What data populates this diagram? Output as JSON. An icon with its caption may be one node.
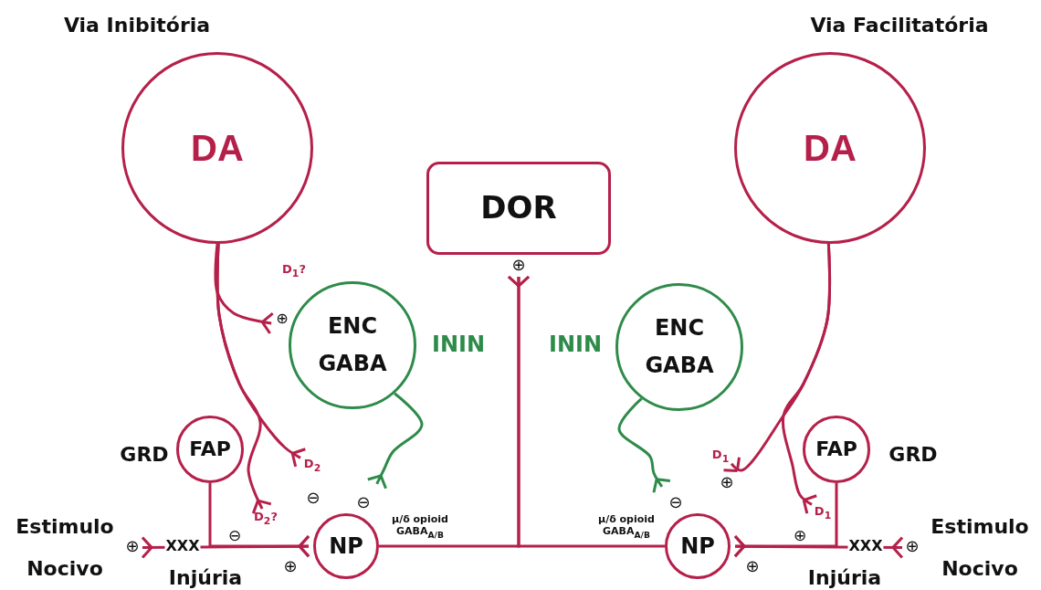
{
  "diagram": {
    "nodes": [
      {
        "text": [
          "DA"
        ],
        "beside": [
          "Via Inibitória"
        ]
      },
      {
        "text": [
          "DOR"
        ]
      },
      {
        "text": [
          "DA"
        ],
        "beside": [
          "Via Facilitatória"
        ]
      },
      {
        "text": [
          "ENC GABA"
        ],
        "beside": [
          "ININ"
        ]
      },
      {
        "text": [
          "ENC GABA"
        ],
        "beside": [
          "ININ"
        ]
      },
      {
        "text": [
          "FAP"
        ],
        "beside": [
          "GRD"
        ]
      },
      {
        "text": [
          "NP"
        ],
        "beside": [
          "µ/δ opioid GABA$_{A/B}$"
        ]
      },
      {
        "text": [
          "NP"
        ],
        "beside": [
          "µ/δ opioid GABA$_{A/B}$"
        ]
      },
      {
        "text": [
          "FAP"
        ],
        "beside": [
          "GRD"
        ]
      },
      {
        "text": [
          "Estimulo Nocivo"
        ]
      },
      {
        "text": [
          "Estimulo Nocivo"
        ]
      },
      {
        "text": [
          "D$_{2}$"
        ]
      },
      {
        "text": [
          "D$_{2}$?"
        ]
      },
      {
        "text": [
          "D$_{1}$"
        ]
      },
      {
        "text": [
          "D$_{1}$"
        ]
      }
    ],
    "edges": [
      {
        "from": 0,
        "to": 3,
        "arrow": "other"
      },
      {
        "from": 0,
        "to": 11,
        "arrow": "other"
      },
      {
        "from": 0,
        "to": 12,
        "arrow": "other"
      },
      {
        "from": 3,
        "to": 6,
        "arrow": "other",
        "color": "#2e8b4a"
      },
      {
        "from": 9,
        "to": 6,
        "arrow": "other"
      },
      {
        "from": 5,
        "to": 6,
        "arrow": "other"
      },
      {
        "from": 6,
        "to": 1,
        "arrow": "other"
      },
      {
        "from": 7,
        "to": 1,
        "arrow": "other"
      },
      {
        "from": 4,
        "to": 7,
        "arrow": "other",
        "color": "#2e8b4a"
      },
      {
        "from": 2,
        "to": 13,
        "arrow": "other"
      },
      {
        "from": 2,
        "to": 14,
        "arrow": "other"
      },
      {
        "from": 10,
        "to": 7,
        "arrow": "other"
      },
      {
        "from": 8,
        "to": 7,
        "arrow": "other"
      }
    ],
    "labels": [
      "D$_{1}$?",
      "⊕",
      "⊕",
      "⊖",
      "⊖",
      "⊖",
      "⊕",
      "⊖",
      "⊕",
      "⊕",
      "XXX",
      "⊕",
      "⊕",
      "XXX",
      "⊕",
      "Injúria",
      "Injúria"
    ]
  }
}
